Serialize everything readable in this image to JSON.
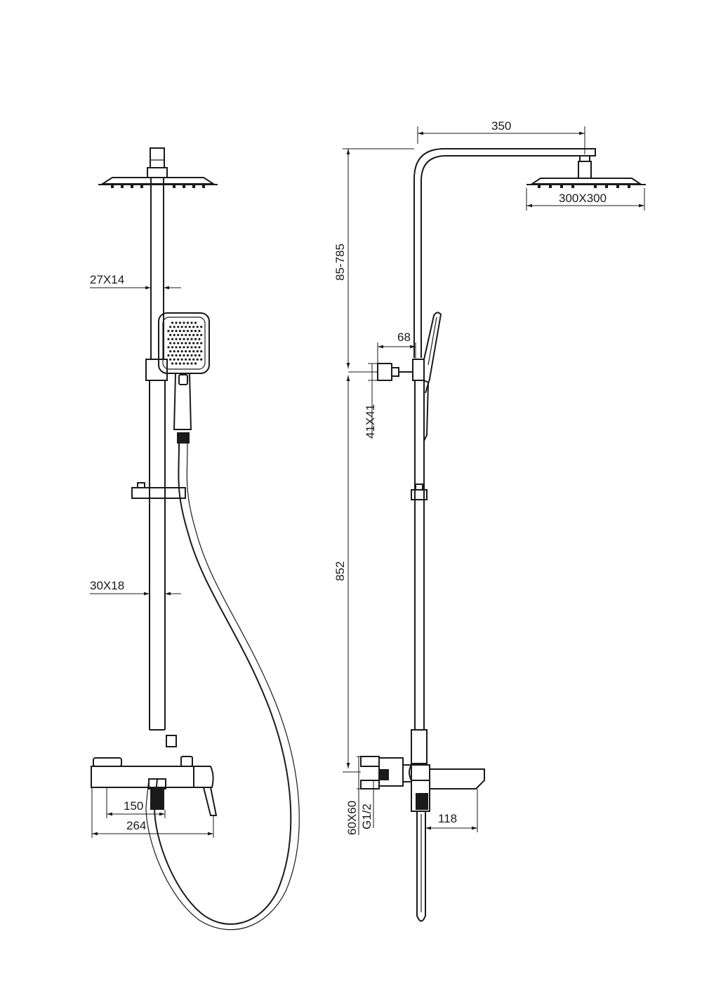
{
  "dimensions": {
    "front_pipe_top": "27X14",
    "front_pipe_bottom": "30X18",
    "mixer_inlet_spacing": "150",
    "mixer_width": "264",
    "arm_reach": "350",
    "head_size": "300X300",
    "height_adjust": "85-785",
    "holder_offset": "68",
    "bracket_size": "41X41",
    "mount_height": "852",
    "inlet_block": "60X60",
    "thread": "G1/2",
    "spout_length": "118"
  }
}
